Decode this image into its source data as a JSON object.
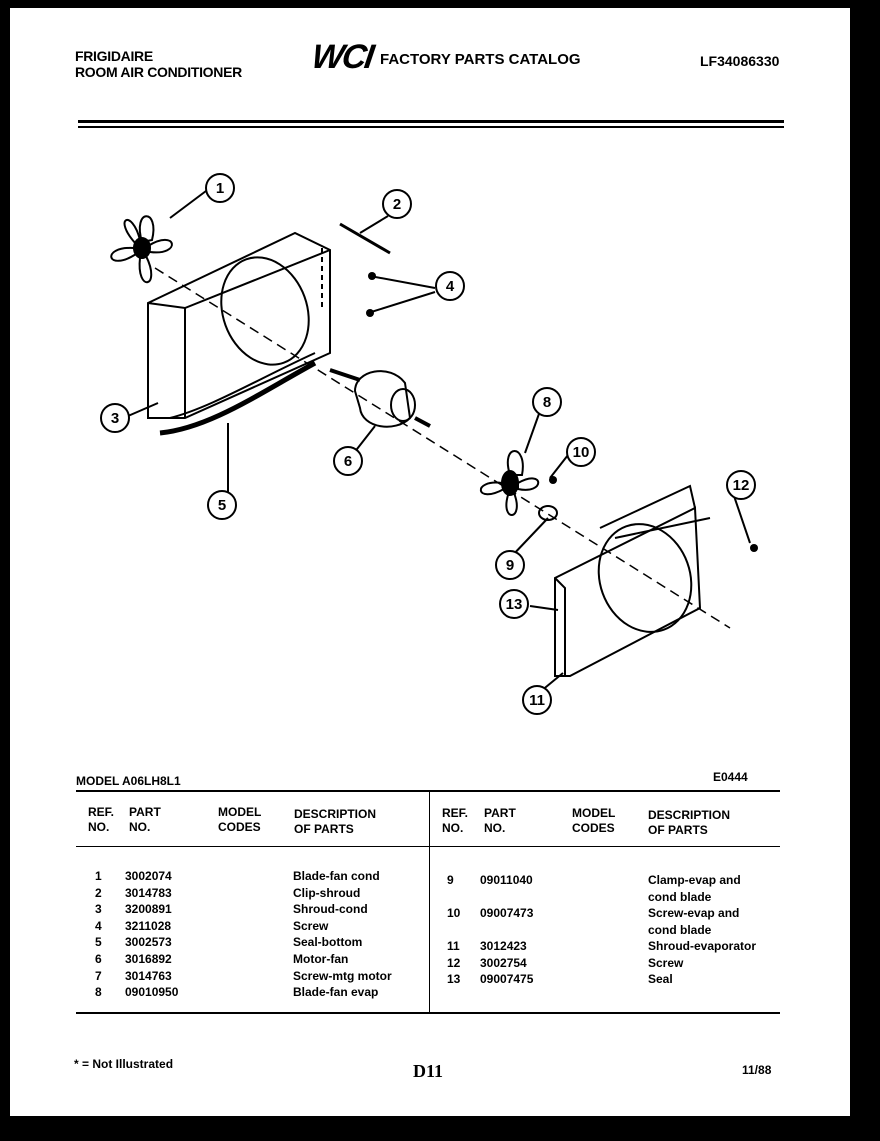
{
  "header": {
    "brand": "FRIGIDAIRE",
    "product": "ROOM AIR CONDITIONER",
    "logo": "WCI",
    "catalog_title": "FACTORY PARTS CATALOG",
    "doc_number": "LF34086330"
  },
  "diagram": {
    "callouts": [
      "1",
      "2",
      "3",
      "4",
      "5",
      "6",
      "8",
      "9",
      "10",
      "11",
      "12",
      "13"
    ]
  },
  "model_line": "MODEL A06LH8L1",
  "diagram_code": "E0444",
  "table": {
    "headers": {
      "ref_line1": "REF.",
      "ref_line2": "NO.",
      "part_line1": "PART",
      "part_line2": "NO.",
      "codes_line1": "MODEL",
      "codes_line2": "CODES",
      "desc_line1": "DESCRIPTION",
      "desc_line2": "OF PARTS"
    },
    "left_rows": [
      {
        "ref": "1",
        "part": "3002074",
        "desc": "Blade-fan cond"
      },
      {
        "ref": "2",
        "part": "3014783",
        "desc": "Clip-shroud"
      },
      {
        "ref": "3",
        "part": "3200891",
        "desc": "Shroud-cond"
      },
      {
        "ref": "4",
        "part": "3211028",
        "desc": "Screw"
      },
      {
        "ref": "5",
        "part": "3002573",
        "desc": "Seal-bottom"
      },
      {
        "ref": "6",
        "part": "3016892",
        "desc": "Motor-fan"
      },
      {
        "ref": "7",
        "part": "3014763",
        "desc": "Screw-mtg motor"
      },
      {
        "ref": "8",
        "part": "09010950",
        "desc": "Blade-fan evap"
      }
    ],
    "right_rows": [
      {
        "ref": "9",
        "part": "09011040",
        "desc1": "Clamp-evap and",
        "desc2": "cond blade"
      },
      {
        "ref": "10",
        "part": "09007473",
        "desc1": "Screw-evap and",
        "desc2": "cond blade"
      },
      {
        "ref": "11",
        "part": "3012423",
        "desc1": "Shroud-evaporator",
        "desc2": ""
      },
      {
        "ref": "12",
        "part": "3002754",
        "desc1": "Screw",
        "desc2": ""
      },
      {
        "ref": "13",
        "part": "09007475",
        "desc1": "Seal",
        "desc2": ""
      }
    ]
  },
  "footer": {
    "note": "* = Not Illustrated",
    "page_code": "D11",
    "date": "11/88"
  }
}
